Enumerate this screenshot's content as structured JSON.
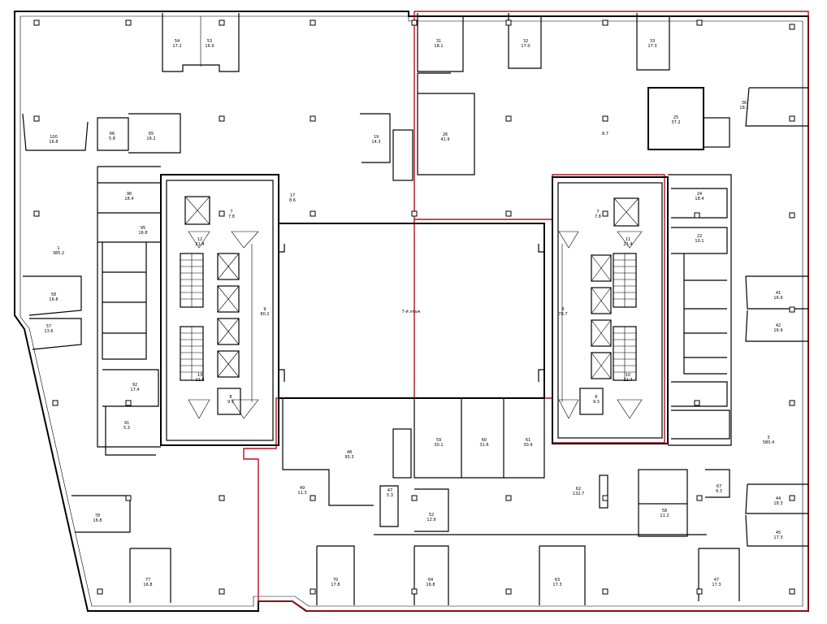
{
  "atrium_label": "7-й этаж",
  "rooms": [
    {
      "id": "r-54",
      "num": "54",
      "area": "17.2"
    },
    {
      "id": "r-53",
      "num": "53",
      "area": "16.9"
    },
    {
      "id": "r-31",
      "num": "31",
      "area": "18.1"
    },
    {
      "id": "r-32",
      "num": "32",
      "area": "17.0"
    },
    {
      "id": "r-33",
      "num": "33",
      "area": "17.3"
    },
    {
      "id": "r-100",
      "num": "100",
      "area": "16.8"
    },
    {
      "id": "r-66",
      "num": "66",
      "area": "5.8"
    },
    {
      "id": "r-65",
      "num": "65",
      "area": "16.2"
    },
    {
      "id": "r-19",
      "num": "19",
      "area": "14.3"
    },
    {
      "id": "r-26",
      "num": "26",
      "area": "41.9"
    },
    {
      "id": "r-25",
      "num": "25",
      "area": "37.2"
    },
    {
      "id": "r-s1",
      "num": "",
      "area": "8.7"
    },
    {
      "id": "r-1",
      "num": "1",
      "area": "385.2"
    },
    {
      "id": "r-96",
      "num": "96",
      "area": "18.4"
    },
    {
      "id": "r-95",
      "num": "95",
      "area": "16.8"
    },
    {
      "id": "r-58",
      "num": "58",
      "area": "16.8"
    },
    {
      "id": "r-57",
      "num": "57",
      "area": "13.6"
    },
    {
      "id": "r-12",
      "num": "12",
      "area": "21.4"
    },
    {
      "id": "r-13",
      "num": "13",
      "area": "21.8"
    },
    {
      "id": "r-9",
      "num": "9",
      "area": "80.2"
    },
    {
      "id": "r-7a",
      "num": "7",
      "area": "7.8"
    },
    {
      "id": "r-8a",
      "num": "8",
      "area": "9.3"
    },
    {
      "id": "r-7b",
      "num": "7",
      "area": "7.8"
    },
    {
      "id": "r-8b",
      "num": "8",
      "area": "78.7"
    },
    {
      "id": "r-11",
      "num": "11",
      "area": "21.4"
    },
    {
      "id": "r-10",
      "num": "10",
      "area": "21.4"
    },
    {
      "id": "r-6b",
      "num": "6",
      "area": "9.3"
    },
    {
      "id": "r-17",
      "num": "17",
      "area": "8.6"
    },
    {
      "id": "r-92",
      "num": "92",
      "area": "17.4"
    },
    {
      "id": "r-91",
      "num": "91",
      "area": "5.3"
    },
    {
      "id": "r-48",
      "num": "48",
      "area": "95.3"
    },
    {
      "id": "r-59",
      "num": "59",
      "area": "30.1"
    },
    {
      "id": "r-60",
      "num": "60",
      "area": "31.6"
    },
    {
      "id": "r-61",
      "num": "61",
      "area": "30.9"
    },
    {
      "id": "r-49",
      "num": "49",
      "area": "11.3"
    },
    {
      "id": "r-47",
      "num": "47",
      "area": "5.3"
    },
    {
      "id": "r-52",
      "num": "52",
      "area": "12.9"
    },
    {
      "id": "r-62",
      "num": "62",
      "area": "132.7"
    },
    {
      "id": "r-67",
      "num": "67",
      "area": "9.3"
    },
    {
      "id": "r-58b",
      "num": "58",
      "area": "11.2"
    },
    {
      "id": "r-3",
      "num": "3",
      "area": "580.4"
    },
    {
      "id": "r-24",
      "num": "24",
      "area": "18.4"
    },
    {
      "id": "r-22",
      "num": "22",
      "area": "10.1"
    },
    {
      "id": "r-41",
      "num": "41",
      "area": "16.9"
    },
    {
      "id": "r-42",
      "num": "42",
      "area": "16.9"
    },
    {
      "id": "r-44",
      "num": "44",
      "area": "18.3"
    },
    {
      "id": "r-45",
      "num": "45",
      "area": "17.3"
    },
    {
      "id": "r-78",
      "num": "78",
      "area": "16.8"
    },
    {
      "id": "r-77",
      "num": "77",
      "area": "16.8"
    },
    {
      "id": "r-70",
      "num": "70",
      "area": "17.8"
    },
    {
      "id": "r-64",
      "num": "64",
      "area": "16.8"
    },
    {
      "id": "r-63",
      "num": "63",
      "area": "17.3"
    },
    {
      "id": "r-47b",
      "num": "47",
      "area": "17.3"
    },
    {
      "id": "r-36",
      "num": "36",
      "area": "18.1"
    }
  ]
}
